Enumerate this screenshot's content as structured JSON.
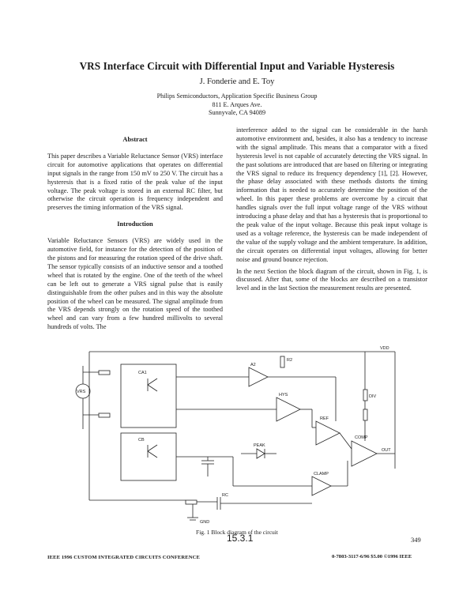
{
  "paper": {
    "title": "VRS Interface Circuit with Differential Input and Variable Hysteresis",
    "authors": "J. Fonderie and E. Toy",
    "affiliation": [
      "Philips Semiconductors, Application Specific Business Group",
      "811 E. Arques Ave.",
      "Sunnyvale, CA 94089"
    ]
  },
  "left_column": {
    "abstract_heading": "Abstract",
    "abstract": "This paper describes a Variable Reluctance Sensor (VRS) interface circuit for automotive applications that operates on differential input signals in the range from 150 mV to 250 V. The circuit has a hysteresis that is a fixed ratio of the peak value of the input voltage. The peak voltage is stored in an external RC filter, but otherwise the circuit operation is frequency independent and preserves the timing information of the VRS signal.",
    "intro_heading": "Introduction",
    "intro": "Variable Reluctance Sensors (VRS) are widely used in the automotive field, for instance for the detection of the position of the pistons and for measuring the rotation speed of the drive shaft. The sensor typically consists of an inductive sensor and a toothed wheel that is rotated by the engine. One of the teeth of the wheel can be left out to generate a VRS signal pulse that is easily distinguishable from the other pulses and in this way the absolute position of the wheel can be measured. The signal amplitude from the VRS depends strongly on the rotation speed of the toothed wheel and can vary from a few hundred millivolts to several hundreds of volts. The"
  },
  "right_column": {
    "para1": "interference added to the signal can be considerable in the harsh automotive environment and, besides, it also has a tendency to increase with the signal amplitude. This means that a comparator with a fixed hysteresis level is not capable of accurately detecting the VRS signal. In the past solutions are introduced that are based on filtering or integrating the VRS signal to reduce its frequency dependency [1], [2]. However, the phase delay associated with these methods distorts the timing information that is needed to accurately determine the position of the wheel. In this paper these problems are overcome by a circuit that handles signals over the full input voltage range of the VRS without introducing a phase delay and that has a hysteresis that is proportional to the peak value of the input voltage. Because this peak input voltage is used as a voltage reference, the hysteresis can be made independent of the value of the supply voltage and the ambient temperature. In addition, the circuit operates on differential input voltages, allowing for better noise and ground bounce rejection.",
    "para2": "In the next Section the block diagram of the circuit, shown in Fig. 1, is discussed. After that, some of the blocks are described on a transistor level and in the last Section the measurement results are presented."
  },
  "figure": {
    "caption": "Fig. 1 Block diagram of the circuit",
    "labels": {
      "vrs": "VRS",
      "ca1": "CA1",
      "cb": "CB",
      "a2": "A2",
      "r2": "R2",
      "hys": "HYS",
      "ref": "REF",
      "div": "DIV",
      "peak": "PEAK",
      "clamp": "CLAMP",
      "comp": "COMP",
      "out": "OUT",
      "vdd": "VDD",
      "gnd": "GND",
      "rc": "RC"
    }
  },
  "footer": {
    "page_code": "15.3.1",
    "page_number": "349",
    "conference": "IEEE 1996 CUSTOM INTEGRATED CIRCUITS CONFERENCE",
    "issn": "0-7803-3117-6/96 $5.00 ©1996 IEEE"
  }
}
